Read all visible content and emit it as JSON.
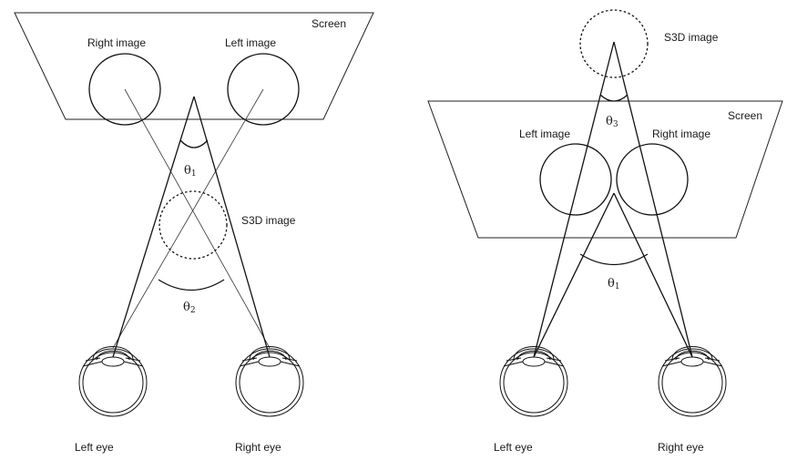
{
  "left_panel": {
    "screen_label": "Screen",
    "right_image_label": "Right image",
    "left_image_label": "Left image",
    "s3d_label": "S3D image",
    "theta1_symbol": "θ",
    "theta1_sub": "1",
    "theta2_symbol": "θ",
    "theta2_sub": "2",
    "left_eye_label": "Left eye",
    "right_eye_label": "Right eye"
  },
  "right_panel": {
    "s3d_label": "S3D image",
    "screen_label": "Screen",
    "left_image_label": "Left image",
    "right_image_label": "Right image",
    "theta3_symbol": "θ",
    "theta3_sub": "3",
    "theta1_symbol": "θ",
    "theta1_sub": "1",
    "left_eye_label": "Left eye",
    "right_eye_label": "Right eye"
  }
}
